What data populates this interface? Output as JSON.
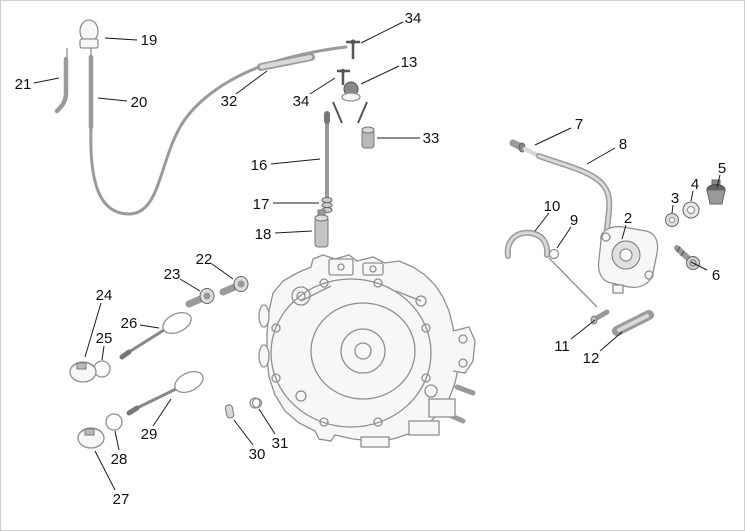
{
  "diagram": {
    "kind": "exploded-parts-diagram",
    "colors": {
      "background": "#ffffff",
      "label": "#111111",
      "leader": "#1a1a1a",
      "art": "#8f8f8f"
    },
    "callouts": [
      {
        "id": "34-upper",
        "label": "34"
      },
      {
        "id": "19",
        "label": "19"
      },
      {
        "id": "13",
        "label": "13"
      },
      {
        "id": "21",
        "label": "21"
      },
      {
        "id": "20",
        "label": "20"
      },
      {
        "id": "32",
        "label": "32"
      },
      {
        "id": "34-lower",
        "label": "34"
      },
      {
        "id": "33",
        "label": "33"
      },
      {
        "id": "16",
        "label": "16"
      },
      {
        "id": "17",
        "label": "17"
      },
      {
        "id": "18",
        "label": "18"
      },
      {
        "id": "7",
        "label": "7"
      },
      {
        "id": "8",
        "label": "8"
      },
      {
        "id": "5",
        "label": "5"
      },
      {
        "id": "4",
        "label": "4"
      },
      {
        "id": "3",
        "label": "3"
      },
      {
        "id": "2",
        "label": "2"
      },
      {
        "id": "10",
        "label": "10"
      },
      {
        "id": "9",
        "label": "9"
      },
      {
        "id": "6",
        "label": "6"
      },
      {
        "id": "11",
        "label": "11"
      },
      {
        "id": "12",
        "label": "12"
      },
      {
        "id": "22",
        "label": "22"
      },
      {
        "id": "23",
        "label": "23"
      },
      {
        "id": "24",
        "label": "24"
      },
      {
        "id": "26",
        "label": "26"
      },
      {
        "id": "25",
        "label": "25"
      },
      {
        "id": "29",
        "label": "29"
      },
      {
        "id": "28",
        "label": "28"
      },
      {
        "id": "27",
        "label": "27"
      },
      {
        "id": "30",
        "label": "30"
      },
      {
        "id": "31",
        "label": "31"
      }
    ]
  }
}
